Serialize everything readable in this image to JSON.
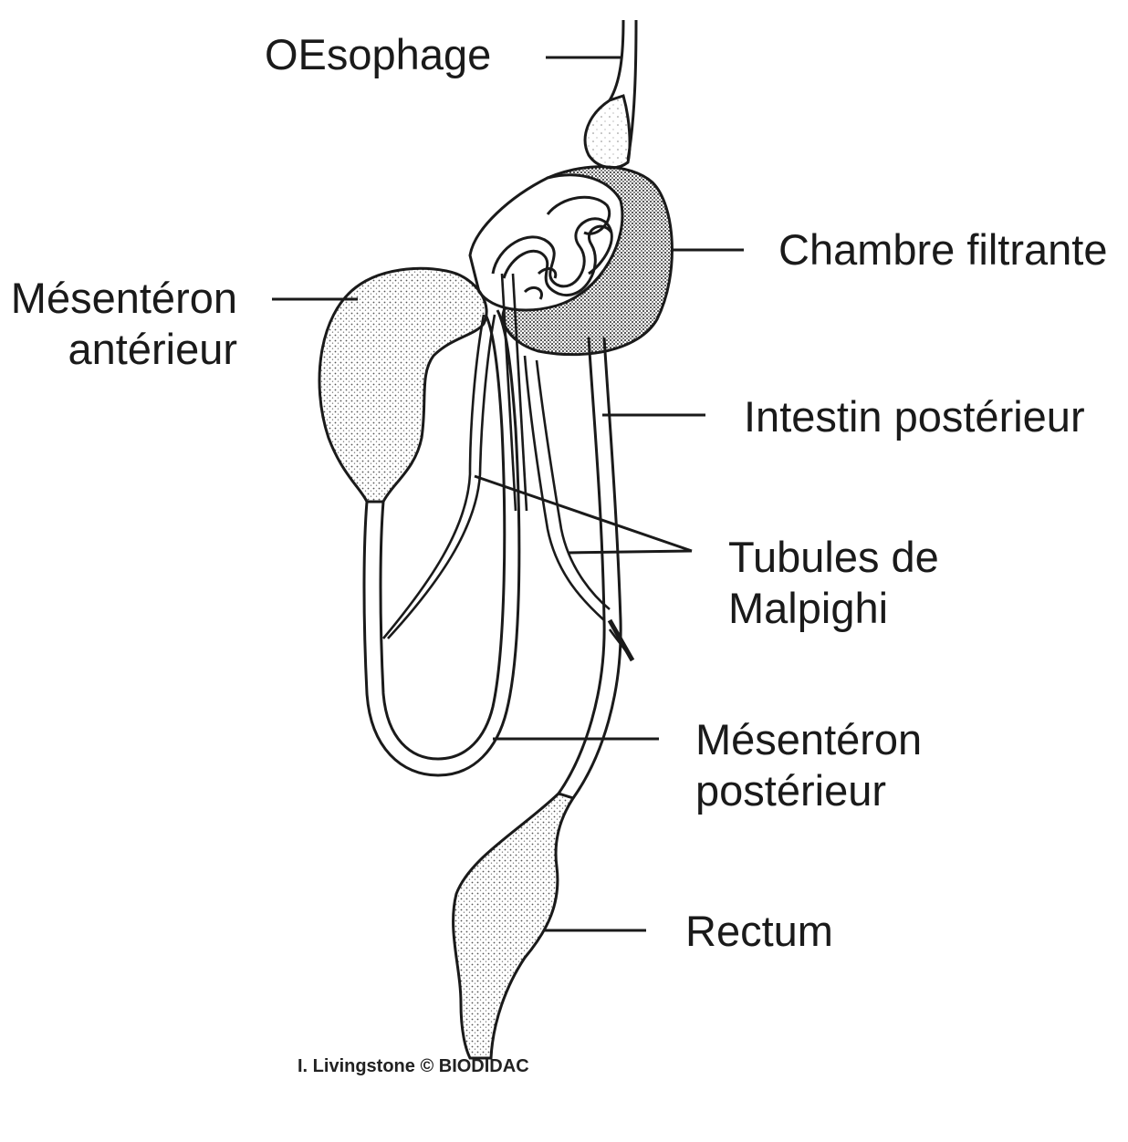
{
  "labels": {
    "oesophage": "OEsophage",
    "chambre_filtrante": "Chambre filtrante",
    "mesenteron_anterieur_line1": "Mésentéron",
    "mesenteron_anterieur_line2": "antérieur",
    "intestin_posterieur": "Intestin postérieur",
    "tubules_line1": "Tubules de",
    "tubules_line2": "Malpighi",
    "mesenteron_posterieur_line1": "Mésentéron",
    "mesenteron_posterieur_line2": "postérieur",
    "rectum": "Rectum"
  },
  "credit": "I. Livingstone © BIODIDAC",
  "colors": {
    "ink": "#1a1a1a",
    "stipple": "#555555",
    "background": "#ffffff"
  }
}
